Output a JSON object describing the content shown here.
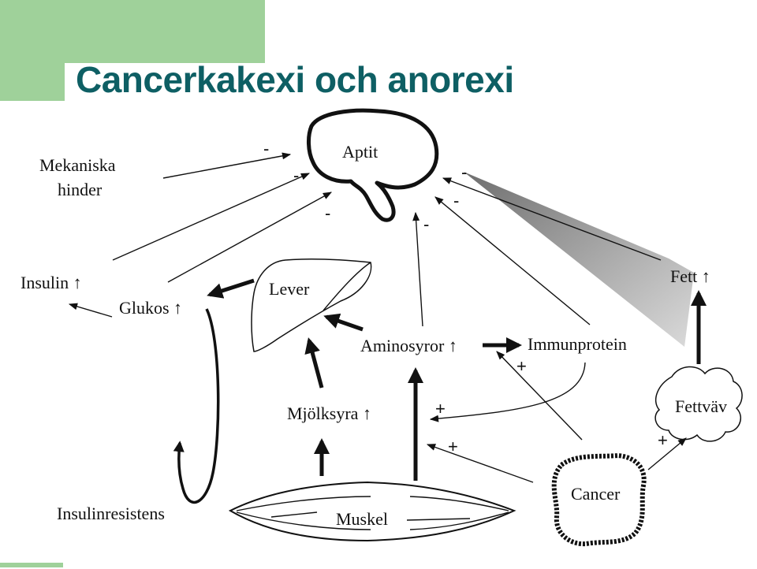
{
  "title": "Cancerkakexi och anorexi",
  "colors": {
    "accent_green": "#9fd19a",
    "title_color": "#0e5f64",
    "ink": "#111111"
  },
  "labels": {
    "aptit": "Aptit",
    "mekaniska": "Mekaniska",
    "hinder": "hinder",
    "insulin": "Insulin ↑",
    "glukos": "Glukos ↑",
    "lever": "Lever",
    "aminosyror": "Aminosyror ↑",
    "immunprotein": "Immunprotein",
    "fett": "Fett ↑",
    "mjolksyra": "Mjölksyra ↑",
    "fettvav": "Fettväv",
    "cancer": "Cancer",
    "insulinresistens": "Insulinresistens",
    "muskel": "Muskel"
  },
  "signs": {
    "minus": "-",
    "plus": "+"
  }
}
